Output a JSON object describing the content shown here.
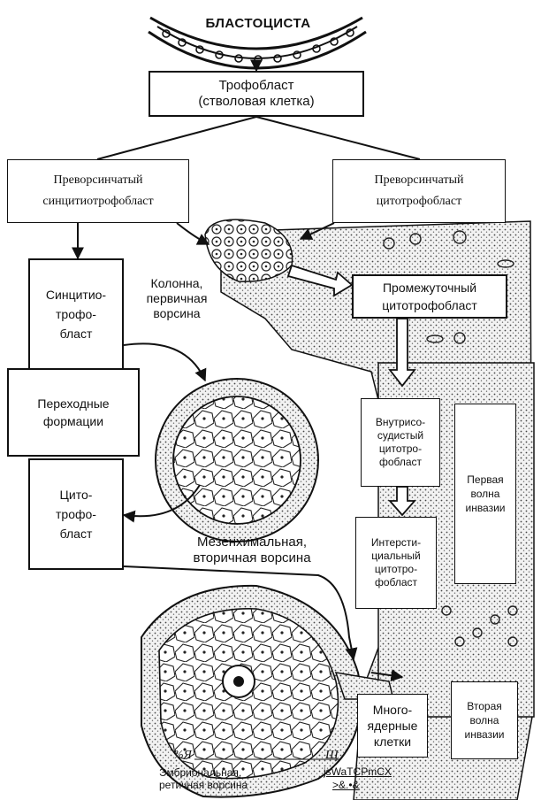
{
  "diagram": {
    "title": "БЛАСТОЦИСТА",
    "nodes": {
      "trophoblast": "Трофобласт\n(стволовая клетка)",
      "previllous_syncytio": "Преворсинчатый\nсинцитиотрофобласт",
      "previllous_cyto": "Преворсинчатый\nцитотрофобласт",
      "syncytiotrophoblast": "Синцитио-\nтрофо-\nбласт",
      "transitional": "Переходные\nформации",
      "cytotrophoblast": "Цито-\nтрофо-\nбласт",
      "intermediate": "Промежуточный\nцитотрофобласт",
      "endovascular": "Внутрисо-\nсудистый\nцитотро-\nфобласт",
      "interstitial": "Интерсти-\nциальный\nцитотро-\nфобласт",
      "first_wave": "Первая\nволна\nинвазии",
      "multinucleated": "Много-\nядерные\nклетки",
      "second_wave": "Вторая\nволна\nинвазии"
    },
    "labels": {
      "column": "Колонна,\nпервичная\nворсина",
      "mesenchymal": "Мезенхимальная,\nвторичная ворсина",
      "ocr_left": "%Я",
      "ocr_right": "Щ",
      "embryonic": "Эмбриональная,\nретичная ворсина",
      "garbled1": "jsWaTCPmCX",
      "garbled2": ">&.•&"
    }
  }
}
